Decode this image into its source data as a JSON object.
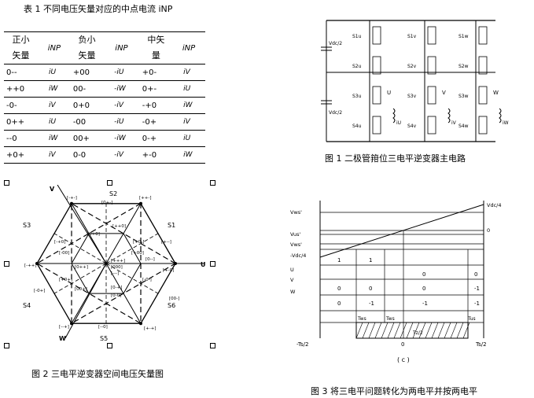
{
  "table_caption": "表 1   不同电压矢量对应的中点电流 iNP",
  "table": {
    "headers": [
      "正小\n矢量",
      "iNP",
      "负小\n矢量",
      "iNP",
      "中矢\n量",
      "iNP"
    ],
    "rows": [
      [
        "0--",
        "iU",
        "+00",
        "-iU",
        "+0-",
        "iV"
      ],
      [
        "++0",
        "iW",
        "00-",
        "-iW",
        "0+-",
        "iU"
      ],
      [
        "-0-",
        "iV",
        "0+0",
        "-iV",
        "-+0",
        "iW"
      ],
      [
        "0++",
        "iU",
        "-00",
        "-iU",
        "-0+",
        "iV"
      ],
      [
        "--0",
        "iW",
        "00+",
        "-iW",
        "0-+",
        "iU"
      ],
      [
        "+0+",
        "iV",
        "0-0",
        "-iV",
        "+-0",
        "iW"
      ]
    ]
  },
  "fig1": {
    "caption": "图 1   二极管箝位三电平逆变器主电路",
    "vdc_top": "Vdc/2",
    "vdc_bot": "Vdc/2",
    "switches": [
      "S1u",
      "S2u",
      "S3u",
      "S4u",
      "S1v",
      "S2v",
      "S3v",
      "S4v",
      "S1w",
      "S2w",
      "S3w",
      "S4w"
    ],
    "phases": [
      "U",
      "V",
      "W"
    ],
    "currents": [
      "iU",
      "iV",
      "iW"
    ]
  },
  "fig2": {
    "caption": "图 2   三电平逆变器空间电压矢量图",
    "axes": [
      "V",
      "U",
      "W"
    ],
    "sectors": [
      "S1",
      "S2",
      "S3",
      "S4",
      "S5",
      "S6"
    ],
    "vectors": [
      "[-+-]",
      "[0+-]",
      "[++-]",
      "[++0]",
      "[+0-]",
      "[+--]",
      "[-+0]",
      "[0+0]",
      "[-00]",
      "[+00]",
      "[0--]",
      "[+-0]",
      "[-++]",
      "[0++]",
      "[+++]",
      "[000]",
      "[---]",
      "[+0+]",
      "[-0+]",
      "[00+]",
      "[0-+]",
      "[--+]",
      "[0-0]",
      "[+-+]",
      "[--0]",
      "[-0-]",
      "[00-]"
    ]
  },
  "fig3": {
    "caption": "图 3   将三电平问题转化为两电平并按两电平",
    "sub_label": "( c )",
    "left_labels": [
      "Vws'",
      "Vus'",
      "Vws'",
      "-Vdc/4",
      "U",
      "V",
      "W"
    ],
    "right_labels": [
      "Vdc/4",
      "0"
    ],
    "x_labels": [
      "-Ts/2",
      "0",
      "Ts/2"
    ],
    "u_row": [
      "1",
      "1",
      "0",
      "0"
    ],
    "v_row": [
      "0",
      "0",
      "0",
      "-1"
    ],
    "w_row": [
      "0",
      "-1",
      "-1",
      "-1"
    ],
    "tws": "Tws",
    "tus": "Tus",
    "tzero": "Tz/2"
  }
}
